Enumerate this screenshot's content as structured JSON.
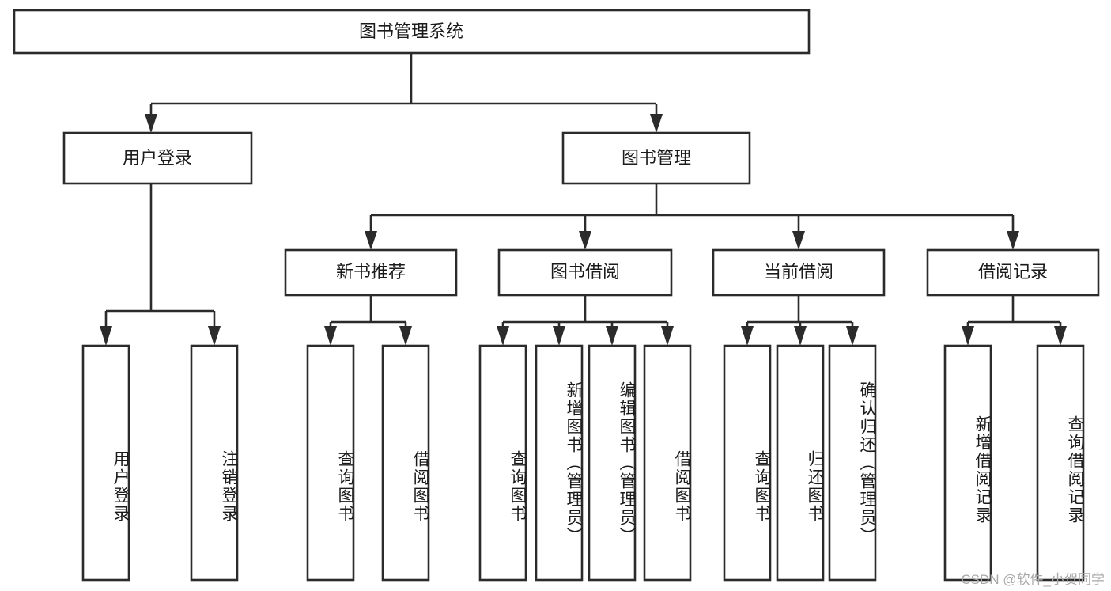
{
  "diagram": {
    "type": "tree",
    "title_node": "图书管理系统",
    "watermark": "CSDN @软件_小贺同学",
    "colors": {
      "stroke": "#2b2b2b",
      "fill": "#ffffff",
      "text": "#1b1b1b",
      "watermark": "#a8a8a8"
    },
    "levels": {
      "root": {
        "label": "图书管理系统"
      },
      "level2": [
        {
          "label": "用户登录"
        },
        {
          "label": "图书管理"
        }
      ],
      "level3": [
        {
          "label": "新书推荐"
        },
        {
          "label": "图书借阅"
        },
        {
          "label": "当前借阅"
        },
        {
          "label": "借阅记录"
        }
      ],
      "leaves": {
        "user_login": [
          {
            "label": "用户登录"
          },
          {
            "label": "注销登录"
          }
        ],
        "new_book_recommend": [
          {
            "label": "查询图书"
          },
          {
            "label": "借阅图书"
          }
        ],
        "book_borrow": [
          {
            "label": "查询图书"
          },
          {
            "label": "新增图书（管理员）"
          },
          {
            "label": "编辑图书（管理员）"
          },
          {
            "label": "借阅图书"
          }
        ],
        "current_borrow": [
          {
            "label": "查询图书"
          },
          {
            "label": "归还图书"
          },
          {
            "label": "确认归还（管理员）"
          }
        ],
        "borrow_records": [
          {
            "label": "新增借阅记录"
          },
          {
            "label": "查询借阅记录"
          }
        ]
      }
    },
    "edges": [
      {
        "from": "图书管理系统",
        "to": "用户登录"
      },
      {
        "from": "图书管理系统",
        "to": "图书管理"
      },
      {
        "from": "用户登录",
        "to": "用户登录"
      },
      {
        "from": "用户登录",
        "to": "注销登录"
      },
      {
        "from": "图书管理",
        "to": "新书推荐"
      },
      {
        "from": "图书管理",
        "to": "图书借阅"
      },
      {
        "from": "图书管理",
        "to": "当前借阅"
      },
      {
        "from": "图书管理",
        "to": "借阅记录"
      },
      {
        "from": "新书推荐",
        "to": "查询图书"
      },
      {
        "from": "新书推荐",
        "to": "借阅图书"
      },
      {
        "from": "图书借阅",
        "to": "查询图书"
      },
      {
        "from": "图书借阅",
        "to": "新增图书（管理员）"
      },
      {
        "from": "图书借阅",
        "to": "编辑图书（管理员）"
      },
      {
        "from": "图书借阅",
        "to": "借阅图书"
      },
      {
        "from": "当前借阅",
        "to": "查询图书"
      },
      {
        "from": "当前借阅",
        "to": "归还图书"
      },
      {
        "from": "当前借阅",
        "to": "确认归还（管理员）"
      },
      {
        "from": "借阅记录",
        "to": "新增借阅记录"
      },
      {
        "from": "借阅记录",
        "to": "查询借阅记录"
      }
    ]
  }
}
